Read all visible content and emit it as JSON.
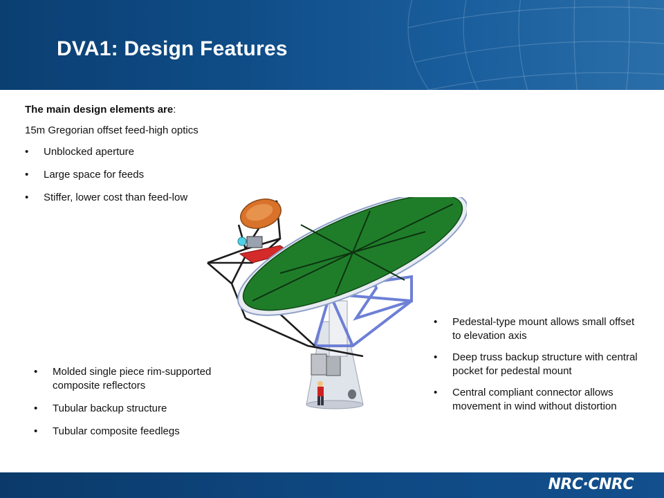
{
  "slide": {
    "title": "DVA1: Design Features",
    "intro": {
      "heading": "The main design elements are",
      "heading_suffix": ":",
      "subtitle": "15m Gregorian offset feed-high optics",
      "bullets": [
        "Unblocked aperture",
        "Large space for feeds",
        "Stiffer, lower cost than feed-low"
      ]
    },
    "left_notes": [
      "Molded single piece rim-supported composite reflectors",
      "Tubular backup structure",
      "Tubular composite feedlegs"
    ],
    "right_notes": [
      "Pedestal-type mount allows small offset to elevation axis",
      "Deep truss backup structure with central pocket for pedestal mount",
      "Central compliant connector allows movement in wind without distortion"
    ],
    "logo_text": "NRC·CNRC",
    "colors": {
      "header_blue": "#0f4c86",
      "footer_blue": "#0b3a6a",
      "dish_green": "#1f7d2a",
      "truss_blue": "#6d7fd6",
      "feed_red": "#d42a2a",
      "subreflector_orange": "#d9722a"
    }
  }
}
